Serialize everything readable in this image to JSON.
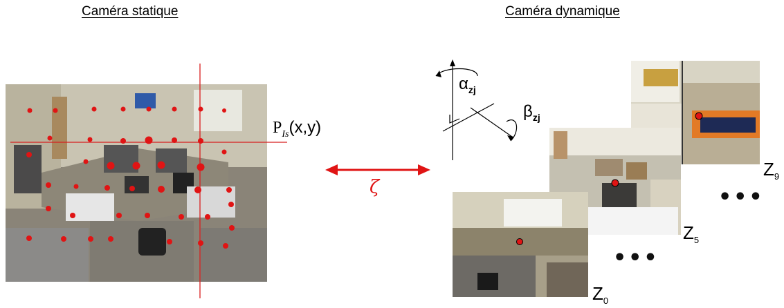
{
  "titles": {
    "static_camera": "Caméra statique",
    "dynamic_camera": "Caméra dynamique"
  },
  "point_label": {
    "symbol": "P",
    "subscript": "Is",
    "coords": "(x,y)"
  },
  "angles": {
    "alpha": {
      "symbol": "α",
      "subscript": "zj"
    },
    "beta": {
      "symbol": "β",
      "subscript": "zj"
    }
  },
  "link": {
    "symbol": "ζ"
  },
  "zoom_levels": [
    {
      "letter": "Z",
      "index": "0"
    },
    {
      "letter": "Z",
      "index": "5"
    },
    {
      "letter": "Z",
      "index": "9"
    }
  ],
  "ellipsis": "•••",
  "colors": {
    "marker": "#e01414",
    "crosshair": "#d81e1e",
    "arrow": "#e01414"
  },
  "icons": {
    "static_view": "office-photo",
    "zoom_views": "office-photo-zoomed",
    "pan_tilt_axes": "rotation-axes-icon"
  }
}
